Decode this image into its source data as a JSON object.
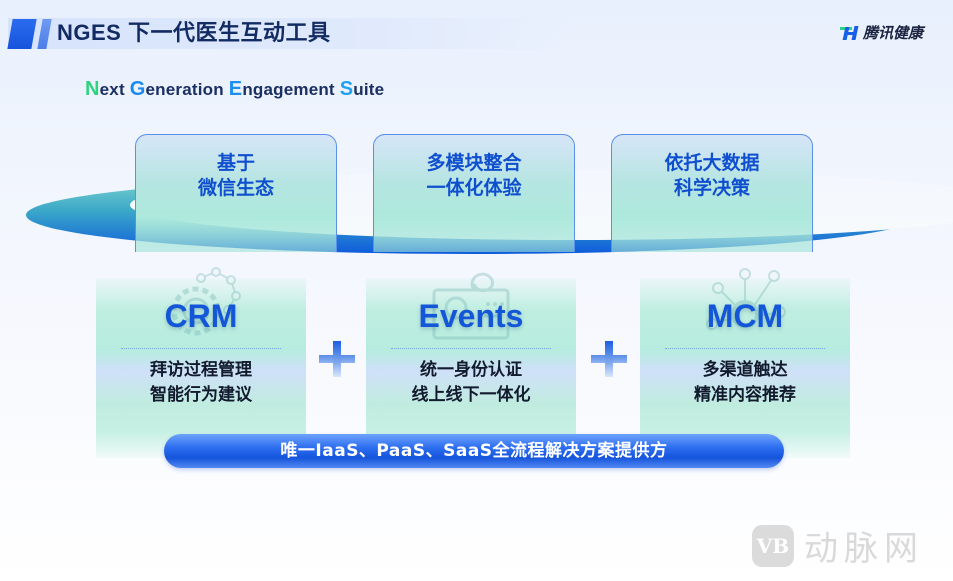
{
  "header": {
    "title": "NGES 下一代医生互动工具",
    "brand": "腾讯健康",
    "brand_icon": "tencent-health-logo"
  },
  "subtitle": {
    "parts": [
      {
        "cap": "N",
        "rest": "ext "
      },
      {
        "cap": "G",
        "rest": "eneration "
      },
      {
        "cap": "E",
        "rest": "ngagement "
      },
      {
        "cap": "S",
        "rest": "uite"
      }
    ],
    "colors": [
      "#2ed37f",
      "#1a8af0",
      "#1d8ff0",
      "#1fa0f2"
    ]
  },
  "top_cards": [
    {
      "line1": "基于",
      "line2": "微信生态"
    },
    {
      "line1": "多模块整合",
      "line2": "一体化体验"
    },
    {
      "line1": "依托大数据",
      "line2": "科学决策"
    }
  ],
  "panels": [
    {
      "title": "CRM",
      "line1": "拜访过程管理",
      "line2": "智能行为建议",
      "icon": "gear-network-icon"
    },
    {
      "title": "Events",
      "line1": "统一身份认证",
      "line2": "线上线下一体化",
      "icon": "event-person-screen-icon"
    },
    {
      "title": "MCM",
      "line1": "多渠道触达",
      "line2": "精准内容推荐",
      "icon": "hub-network-icon"
    }
  ],
  "plus_signs": [
    "+",
    "+"
  ],
  "banner": {
    "text": "唯一IaaS、PaaS、SaaS全流程解决方案提供方"
  },
  "watermark": {
    "badge": "VB",
    "text": "动脉网"
  },
  "colors": {
    "title": "#122b63",
    "accent_blue": "#1357d8",
    "banner_blue": "#1554db",
    "card_teal": "#ade9dc"
  }
}
